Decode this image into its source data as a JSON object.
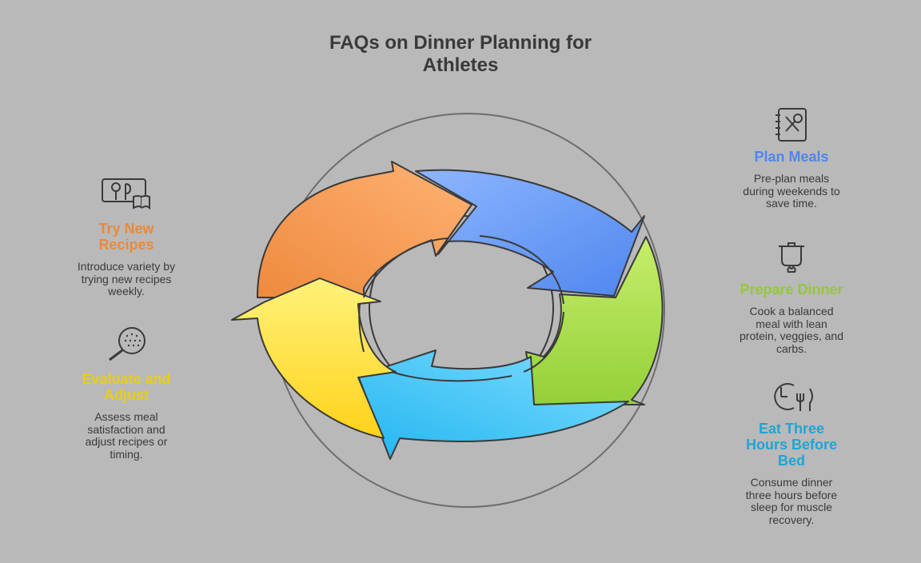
{
  "title": {
    "line1": "FAQs on Dinner Planning for",
    "line2": "Athletes"
  },
  "colors": {
    "background": "#b9b9b9",
    "plan": "#4f86ee",
    "prepare": "#94c83a",
    "eat": "#1fa5d6",
    "evaluate": "#e8cd1c",
    "try": "#ea8a3a"
  },
  "steps": {
    "plan": {
      "icon": "recipe-book-icon",
      "head": "Plan Meals",
      "desc": [
        "Pre-plan meals",
        "during weekends to",
        "save time."
      ]
    },
    "prepare": {
      "icon": "cooking-pot-icon",
      "head": "Prepare Dinner",
      "desc": [
        "Cook a balanced",
        "meal with lean",
        "protein, veggies, and",
        "carbs."
      ]
    },
    "eat": {
      "icon": "clock-utensils-icon",
      "head": [
        "Eat Three",
        "Hours Before",
        "Bed"
      ],
      "desc": [
        "Consume dinner",
        "three hours before",
        "sleep for muscle",
        "recovery."
      ]
    },
    "evaluate": {
      "icon": "magnifier-icon",
      "head": [
        "Evaluate and",
        "Adjust"
      ],
      "desc": [
        "Assess meal",
        "satisfaction and",
        "adjust recipes or",
        "timing."
      ]
    },
    "try": {
      "icon": "recipe-board-icon",
      "head": [
        "Try New",
        "Recipes"
      ],
      "desc": [
        "Introduce variety by",
        "trying new recipes",
        "weekly."
      ]
    }
  }
}
